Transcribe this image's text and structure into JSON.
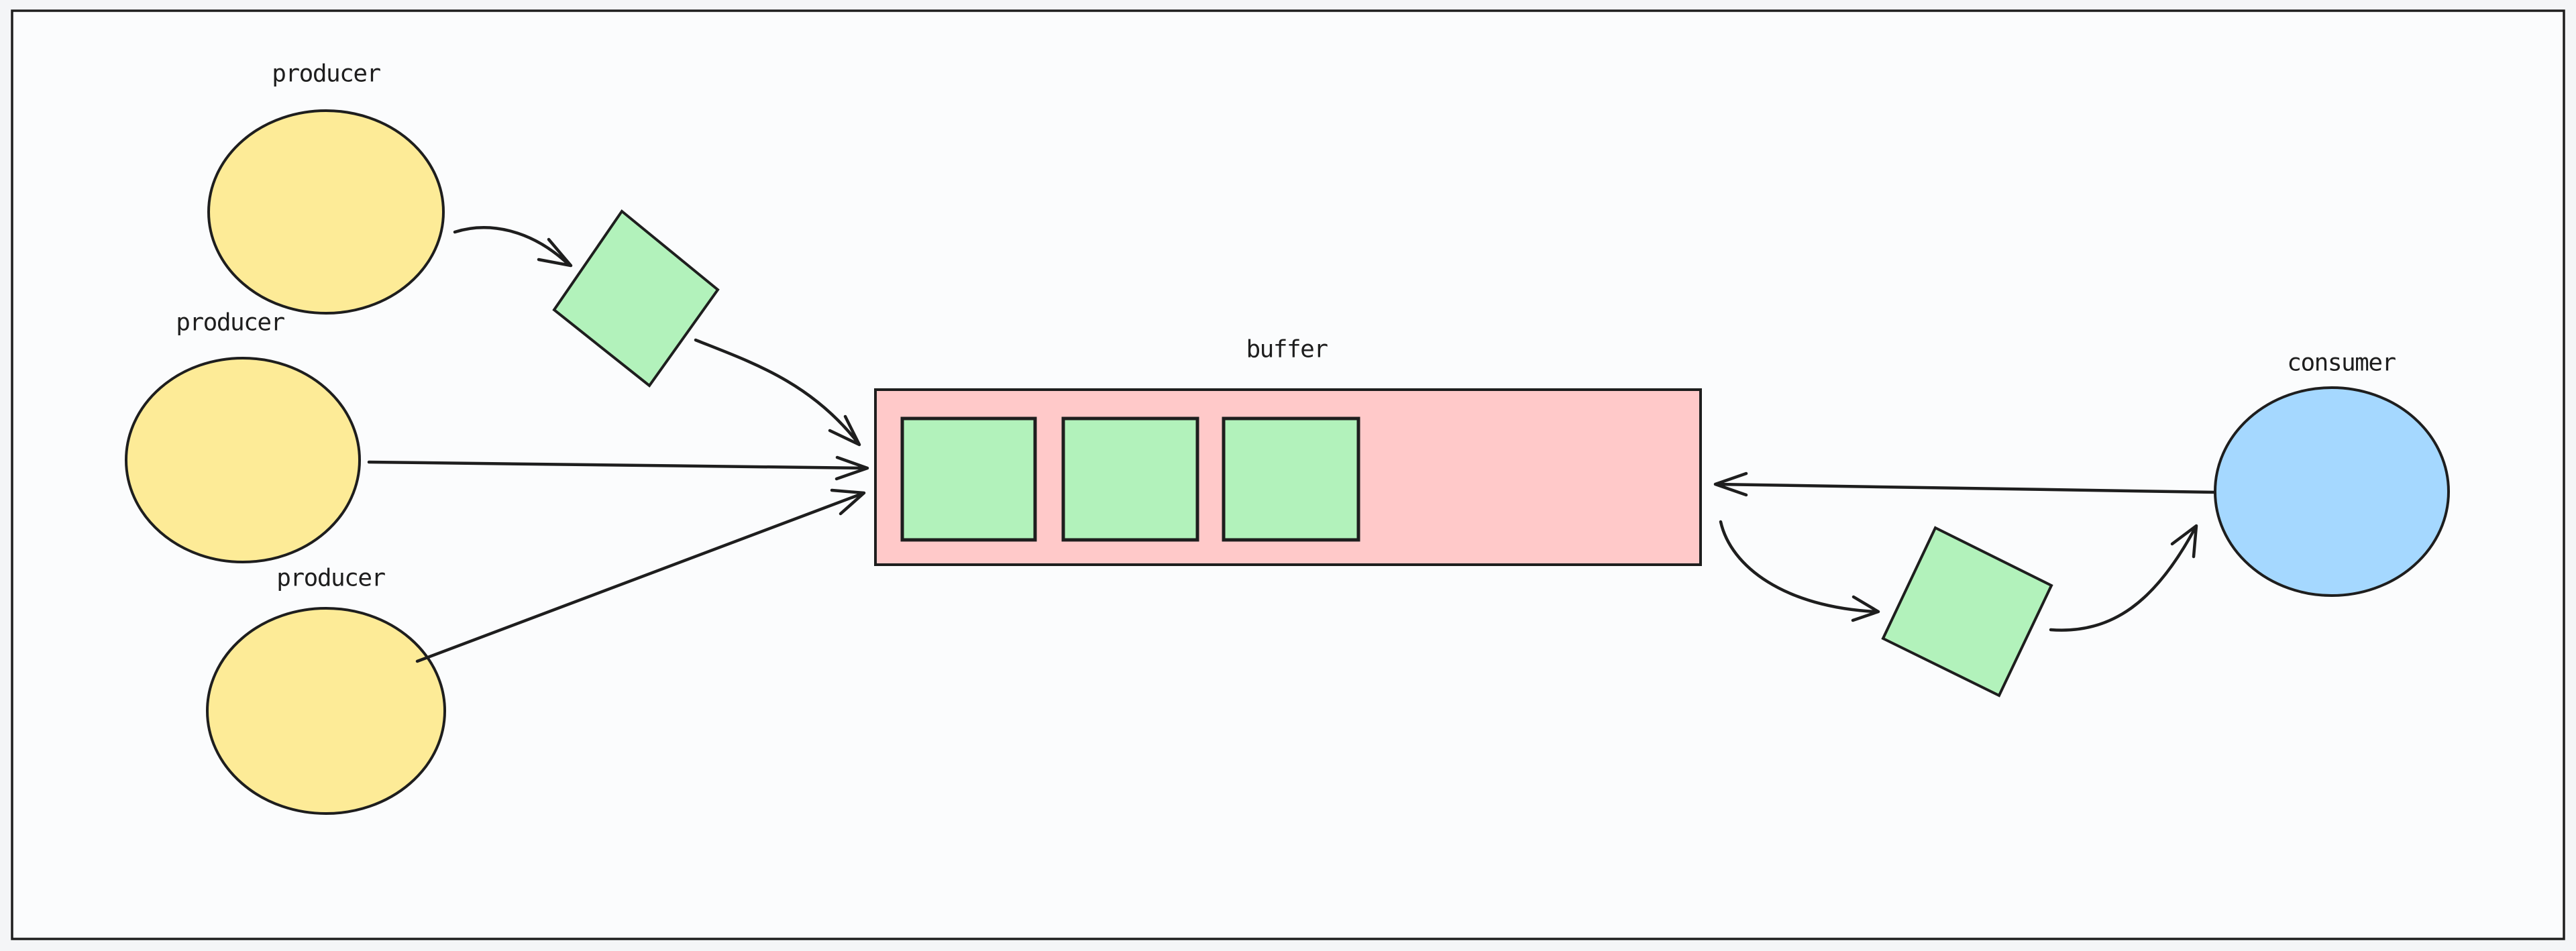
{
  "diagram": {
    "type": "producer-consumer-flow",
    "producers": [
      {
        "label": "producer"
      },
      {
        "label": "producer"
      },
      {
        "label": "producer"
      }
    ],
    "buffer": {
      "label": "buffer",
      "filled_slots": 3
    },
    "consumer": {
      "label": "consumer"
    },
    "items_in_transit": 2,
    "colors": {
      "producer_fill": "#fdeb97",
      "item_fill": "#b2f2bb",
      "buffer_fill": "#ffc9c9",
      "buffer_slot_fill": "#b2f2bb",
      "consumer_fill": "#a5d8ff",
      "ink": "#1e1e1e",
      "background": "#f4f5f7",
      "canvas": "#fbfcfd"
    }
  }
}
